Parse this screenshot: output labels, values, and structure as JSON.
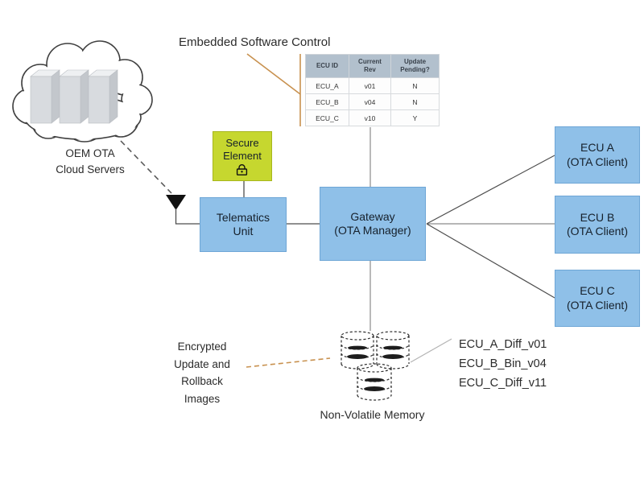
{
  "labels": {
    "embedded_software_control": "Embedded Software Control",
    "oem_cloud": "OEM OTA\nCloud Servers",
    "encrypted_images": "Encrypted\nUpdate and\nRollback\nImages",
    "non_volatile_memory": "Non-Volatile Memory"
  },
  "nodes": {
    "secure_element": "Secure\nElement",
    "telematics_unit": "Telematics\nUnit",
    "gateway": "Gateway\n(OTA Manager)",
    "ecu_a": "ECU A\n(OTA Client)",
    "ecu_b": "ECU B\n(OTA Client)",
    "ecu_c": "ECU C\n(OTA Client)"
  },
  "software_table": {
    "headers": [
      "ECU ID",
      "Current\nRev",
      "Update\nPending?"
    ],
    "rows": [
      [
        "ECU_A",
        "v01",
        "N"
      ],
      [
        "ECU_B",
        "v04",
        "N"
      ],
      [
        "ECU_C",
        "v10",
        "Y"
      ]
    ]
  },
  "memory_files": [
    "ECU_A_Diff_v01",
    "ECU_B_Bin_v04",
    "ECU_C_Diff_v11"
  ],
  "icons": [
    "cloud-icon",
    "server-icon",
    "antenna-icon",
    "lock-icon",
    "database-cylinders-icon"
  ],
  "colors": {
    "node_fill_blue": "#8fc0e8",
    "node_border_blue": "#6ea6d6",
    "secure_fill": "#c6d72f",
    "table_header_bg": "#b2c0cd",
    "connector_gray": "#4d4d4d",
    "annotation_orange": "#c8914f",
    "dashed_cloud_link": "#5a5a5a"
  }
}
